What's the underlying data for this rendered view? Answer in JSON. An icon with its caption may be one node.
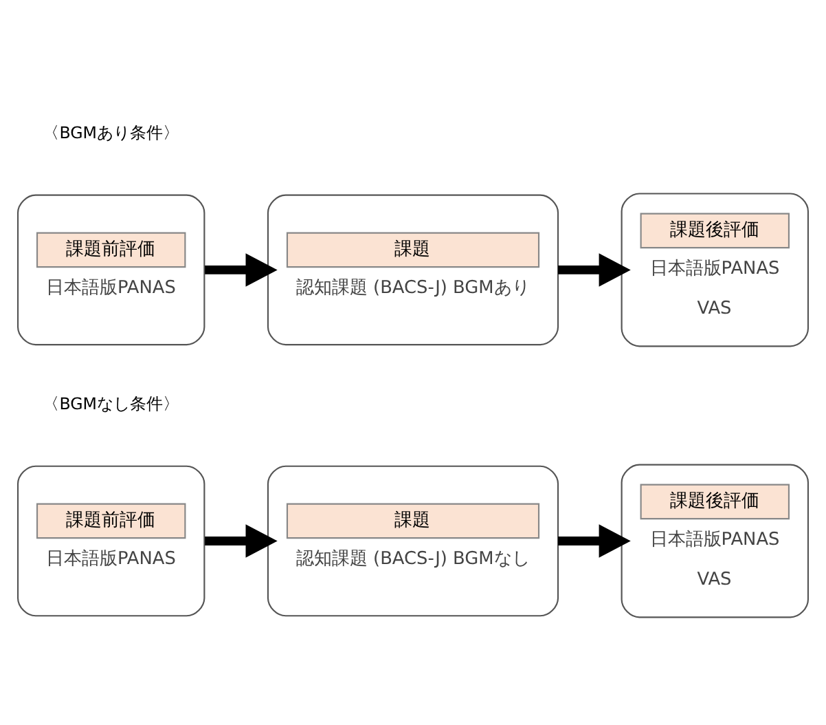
{
  "diagram": {
    "nodes": [
      {
        "text": [
          "課題前評価",
          "日本語版PANAS"
        ]
      },
      {
        "text": [
          "課題",
          "認知課題 (BACS-J) BGMあり"
        ]
      },
      {
        "text": [
          "課題後評価",
          "日本語版PANAS",
          "VAS"
        ]
      },
      {
        "text": [
          "課題前評価",
          "日本語版PANAS"
        ]
      },
      {
        "text": [
          "課題",
          "認知課題 (BACS-J) BGMなし"
        ]
      },
      {
        "text": [
          "課題後評価",
          "日本語版PANAS",
          "VAS"
        ]
      }
    ],
    "edges": [
      {
        "from": 0,
        "to": 1,
        "arrow": "to"
      },
      {
        "from": 1,
        "to": 2,
        "arrow": "to"
      },
      {
        "from": 3,
        "to": 4,
        "arrow": "to"
      },
      {
        "from": 4,
        "to": 5,
        "arrow": "to"
      }
    ],
    "labels": [
      "〈BGMあり条件〉",
      "〈BGMなし条件〉"
    ]
  }
}
